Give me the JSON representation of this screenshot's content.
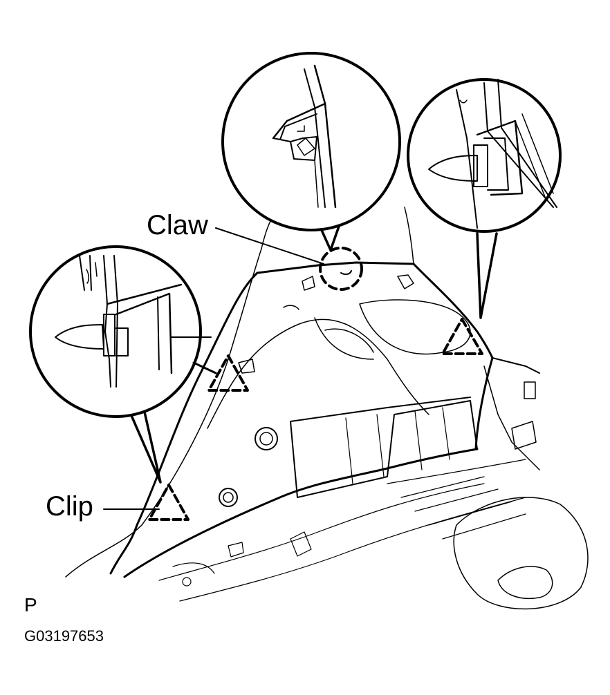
{
  "callouts": {
    "claw": "Claw",
    "clip": "Clip"
  },
  "view_letter": "P",
  "figure_code": "G03197653",
  "markers": [
    {
      "type": "claw",
      "shape": "dashed-circle"
    },
    {
      "type": "clip",
      "shape": "dashed-triangle"
    },
    {
      "type": "clip",
      "shape": "dashed-triangle"
    },
    {
      "type": "clip",
      "shape": "dashed-triangle"
    }
  ],
  "detail_views": [
    "clip-detail",
    "claw-detail",
    "clip-detail"
  ],
  "colors": {
    "line": "#000000",
    "background": "#ffffff"
  }
}
